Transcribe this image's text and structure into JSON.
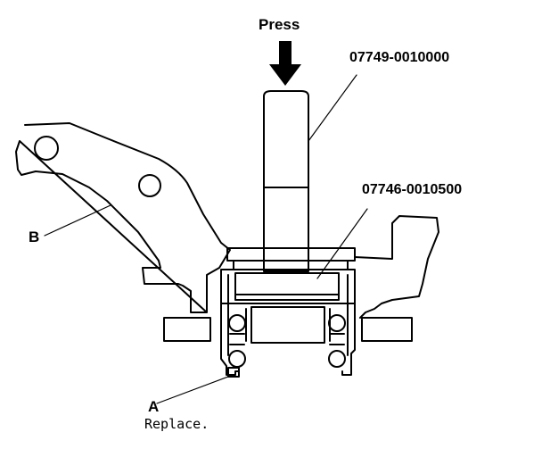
{
  "labels": {
    "press": "Press",
    "tool_driver": "07749-0010000",
    "tool_attachment": "07746-0010500",
    "part_a": "A",
    "part_a_note": "Replace.",
    "part_b": "B"
  },
  "colors": {
    "ink": "#000000",
    "paper": "#ffffff"
  }
}
